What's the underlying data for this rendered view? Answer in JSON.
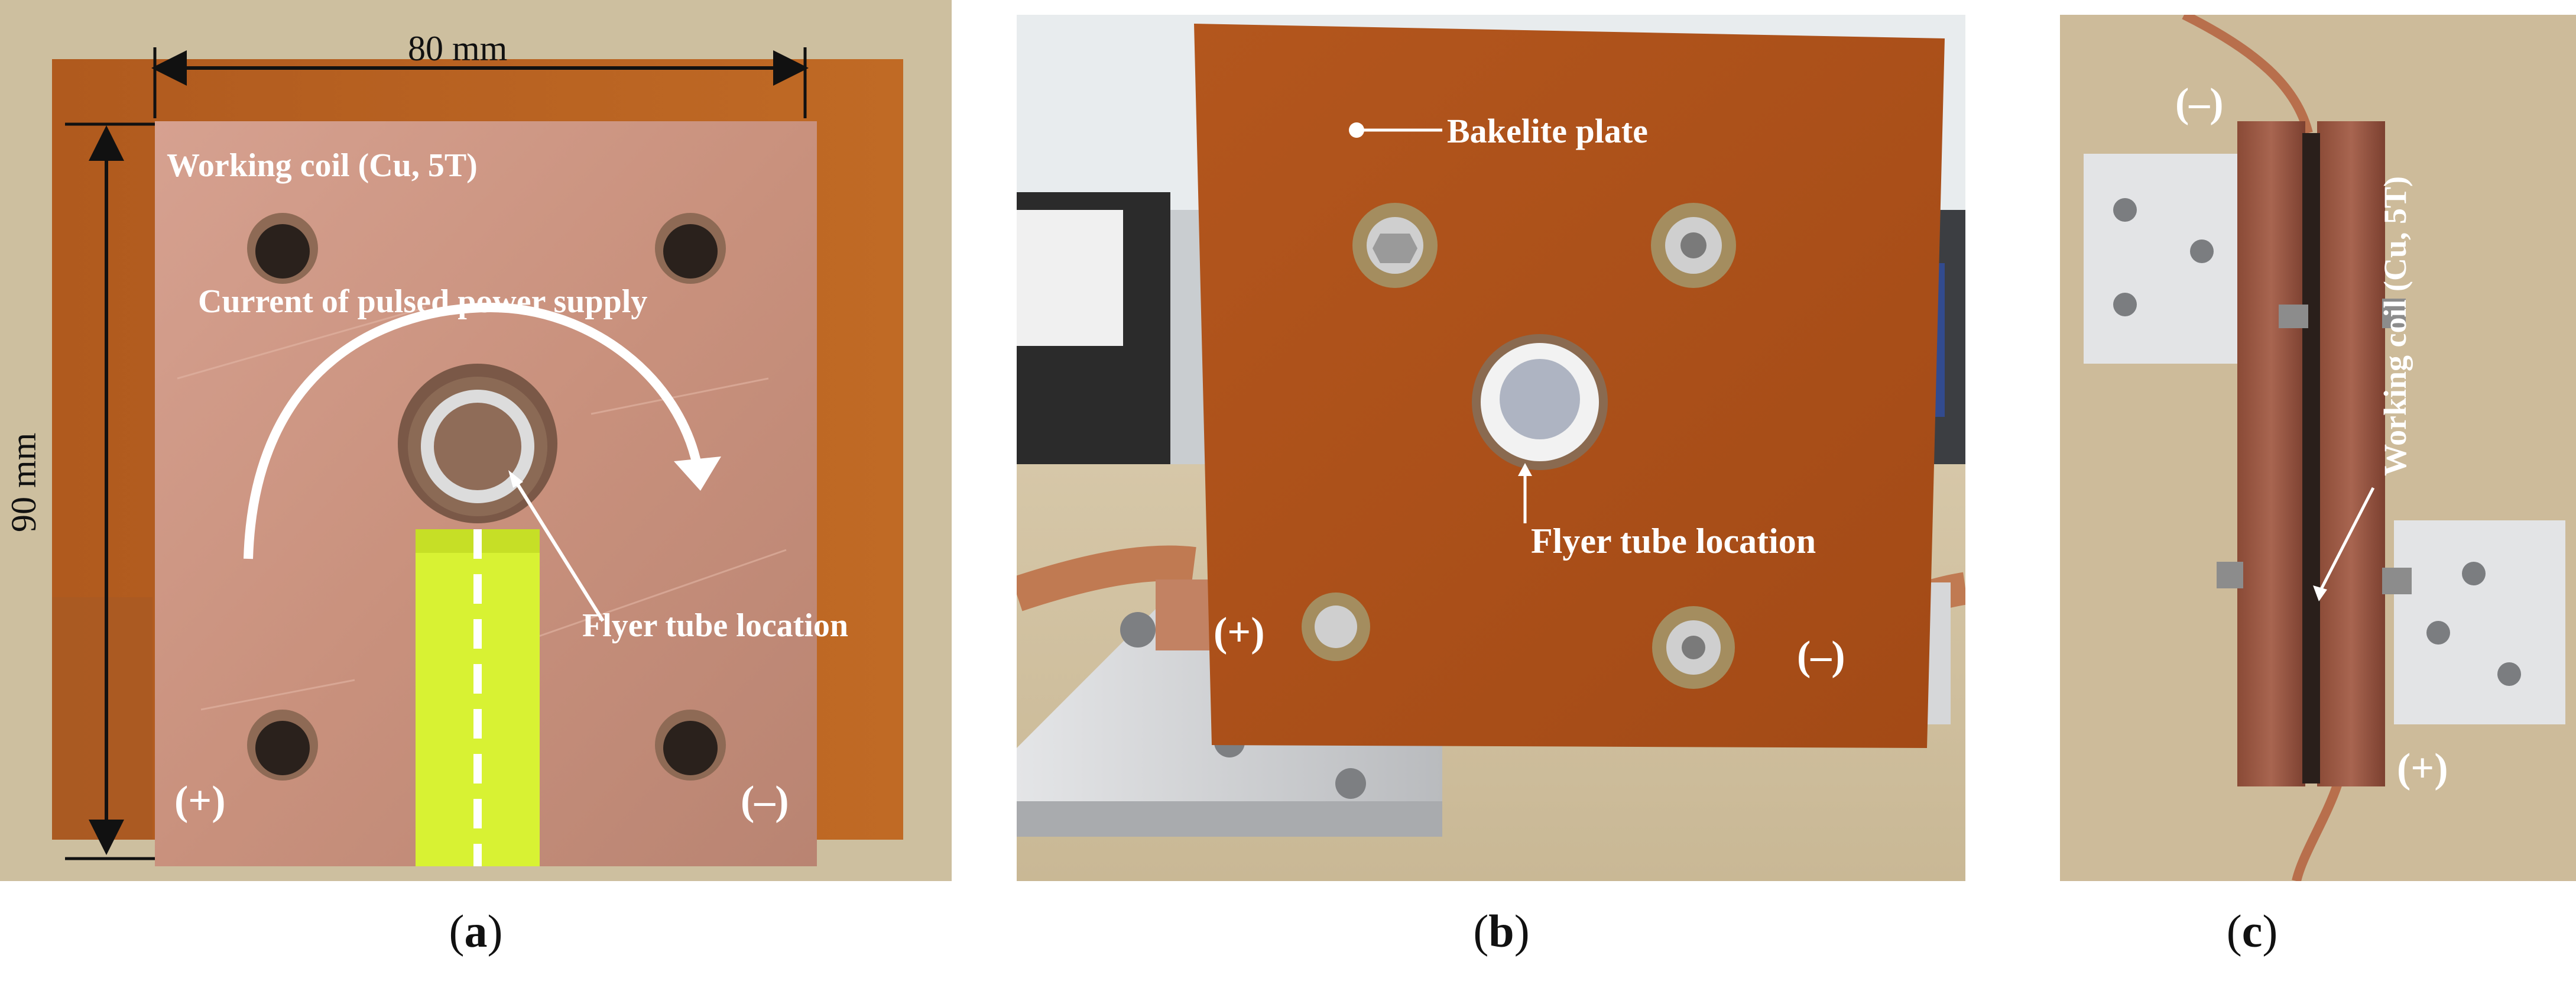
{
  "panels": {
    "a": {
      "caption_open": "(",
      "caption_letter": "a",
      "caption_close": ")",
      "dimension_width": "80 mm",
      "dimension_height": "90 mm",
      "coil_label": "Working coil (Cu, 5T)",
      "current_label": "Current of pulsed power supply",
      "tube_label": "Flyer tube location",
      "plus_label": "(+)",
      "minus_label": "(–)"
    },
    "b": {
      "caption_open": "(",
      "caption_letter": "b",
      "caption_close": ")",
      "bakelite_label": "Bakelite plate",
      "tube_label": "Flyer tube location",
      "plus_label": "(+)",
      "minus_label": "(–)"
    },
    "c": {
      "caption_open": "(",
      "caption_letter": "c",
      "caption_close": ")",
      "coil_label": "Working coil (Cu, 5T)",
      "minus_label": "(–)",
      "plus_label": "(+)"
    }
  },
  "colors": {
    "bakelite": "#b5561f",
    "copper": "#c8937f",
    "aluminum": "#d9dadc",
    "background_board": "#cdbb9c",
    "yellow_strip": "#d9f233"
  }
}
